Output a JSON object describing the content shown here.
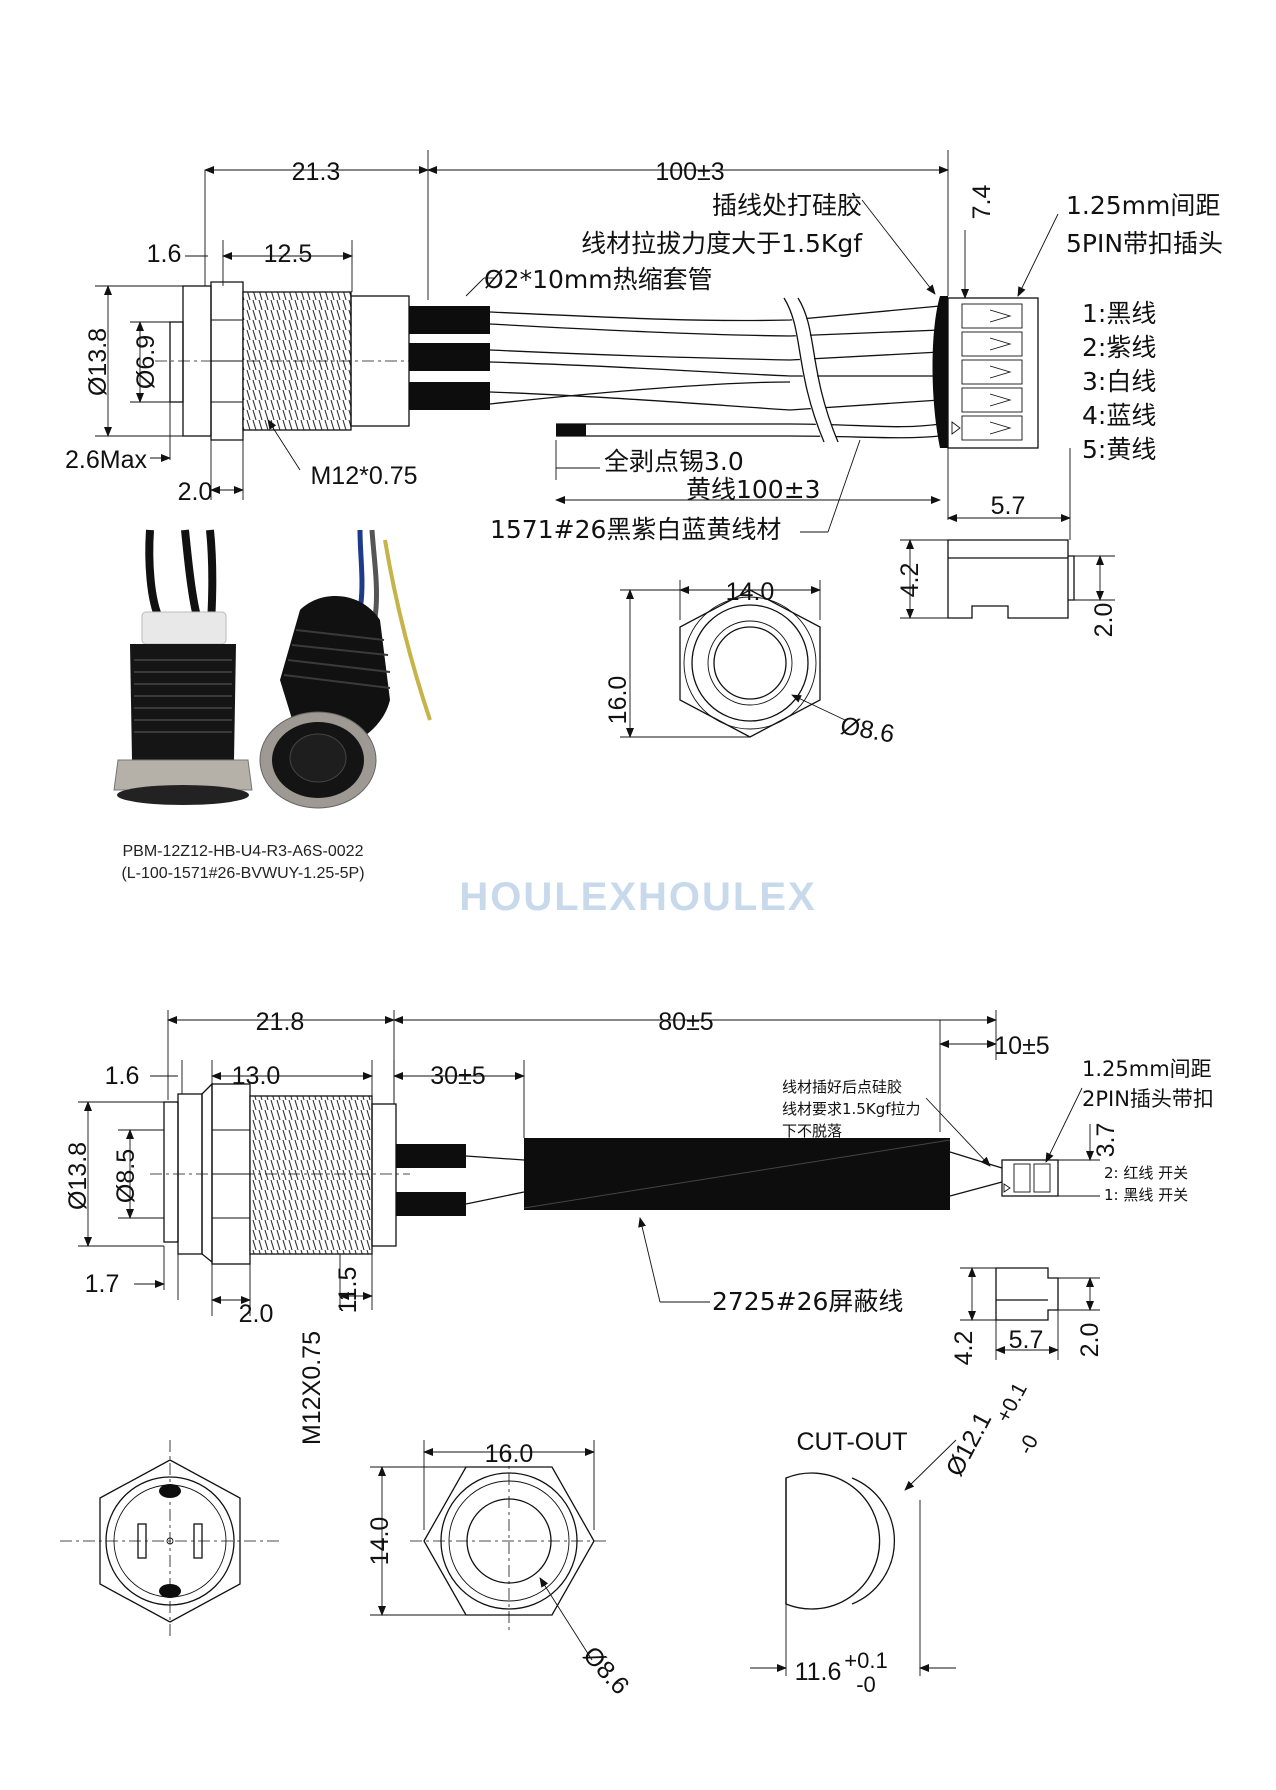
{
  "top_drawing": {
    "dims": {
      "overall_length": "21.3",
      "cable_length": "100±3",
      "head_thickness": "1.6",
      "thread_length": "12.5",
      "outer_dia": "Ø13.8",
      "inner_dia": "Ø6.9",
      "head_max": "2.6Max",
      "nut_width": "2.0",
      "thread_spec": "M12*0.75",
      "connector_height": "7.4",
      "connector_length": "5.7",
      "connector_side_a": "4.2",
      "connector_side_b": "2.0",
      "hex_width": "14.0",
      "hex_height": "16.0",
      "button_dia": "Ø8.6"
    },
    "notes": {
      "silicone": "插线处打硅胶",
      "pull_force": "线材拉拔力度大于1.5Kgf",
      "heat_shrink": "Ø2*10mm热缩套管",
      "strip_tin": "全剥点锡3.0",
      "yellow_wire": "黄线100±3",
      "wire_spec": "1571#26黑紫白蓝黄线材",
      "pitch": "1.25mm间距",
      "connector_type": "5PIN带扣插头"
    },
    "pins": [
      "1:黑线",
      "2:紫线",
      "3:白线",
      "4:蓝线",
      "5:黄线"
    ],
    "photo_caption_line1": "PBM-12Z12-HB-U4-R3-A6S-0022",
    "photo_caption_line2": "(L-100-1571#26-BVWUY-1.25-5P)"
  },
  "watermark": "HOULEXHOULEX",
  "bottom_drawing": {
    "dims": {
      "overall_length": "21.8",
      "cable_length": "80±5",
      "end_length": "10±5",
      "head_thickness": "1.6",
      "thread_length": "13.0",
      "sleeve_length": "30±5",
      "outer_dia": "Ø13.8",
      "inner_dia": "Ø8.5",
      "head_gap": "1.7",
      "nut_width": "2.0",
      "thread_spec": "M12X0.75",
      "thread_dim": "11.5",
      "connector_height": "3.7",
      "connector_side_a": "4.2",
      "connector_length": "5.7",
      "connector_side_b": "2.0",
      "hex_width": "16.0",
      "hex_height": "14.0",
      "button_dia": "Ø8.6",
      "cutout_dia": "Ø12.1",
      "cutout_dia_tol_plus": "+0.1",
      "cutout_dia_tol_minus": "-0",
      "cutout_flat": "11.6",
      "cutout_flat_tol_plus": "+0.1",
      "cutout_flat_tol_minus": "-0"
    },
    "notes": {
      "silicone_1": "线材插好后点硅胶",
      "silicone_2": "线材要求1.5Kgf拉力",
      "silicone_3": "下不脱落",
      "pitch": "1.25mm间距",
      "connector_type": "2PIN插头带扣",
      "shield_cable": "2725#26屏蔽线",
      "cutout_title": "CUT-OUT"
    },
    "pins": [
      "2: 红线  开关",
      "1: 黑线  开关"
    ]
  }
}
